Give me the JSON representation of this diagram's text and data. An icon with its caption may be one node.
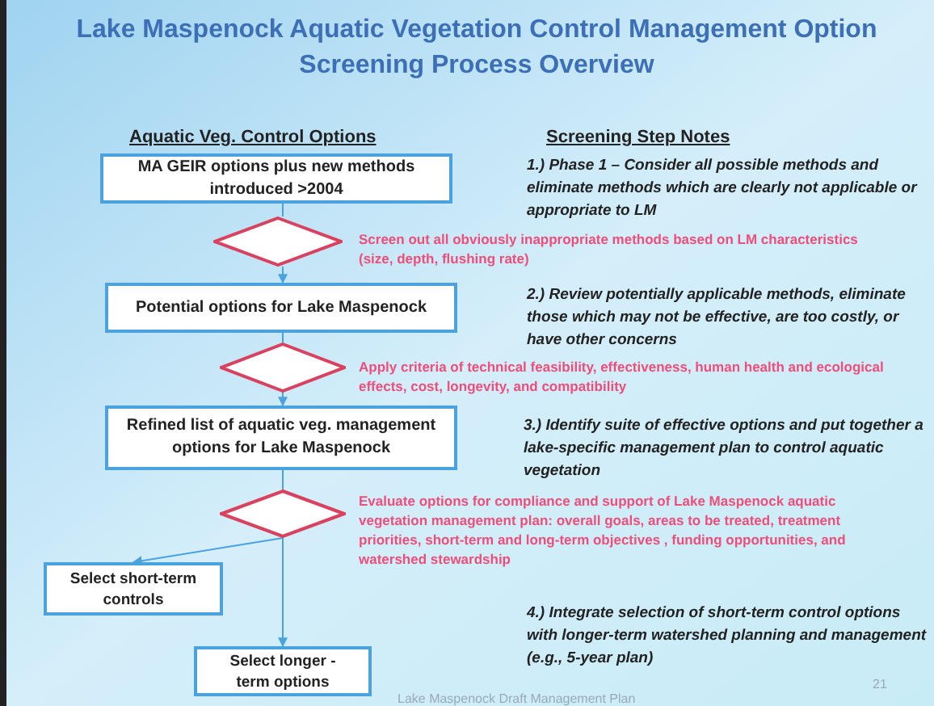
{
  "diagram": {
    "title": "Lake Maspenock Aquatic Vegetation Control Management Option Screening Process Overview",
    "nodes": [
      {
        "text": [
          "MA GEIR options plus new methods introduced >2004"
        ]
      },
      {
        "text": [],
        "shape": "diamond",
        "beside": [
          "Screen out all obviously inappropriate methods based on LM characteristics (size, depth, flushing rate)"
        ]
      },
      {
        "text": [
          "Potential  options for Lake Maspenock"
        ]
      },
      {
        "text": [],
        "shape": "diamond",
        "beside": [
          "Apply criteria of technical feasibility, effectiveness, human health and ecological effects, cost, longevity, and compatibility"
        ]
      },
      {
        "text": [
          "Refined list of aquatic veg. management options for Lake Maspenock"
        ]
      },
      {
        "text": [],
        "shape": "diamond",
        "beside": [
          "Evaluate options for compliance and support of Lake Maspenock aquatic vegetation management plan:  overall goals, areas to be treated, treatment priorities, short-term and long-term objectives , funding opportunities, and watershed stewardship"
        ]
      },
      {
        "text": [
          "Select short-term controls"
        ]
      },
      {
        "text": [
          "Select longer - term options"
        ]
      }
    ],
    "edges": [
      {
        "from": 0,
        "to": 1,
        "arrow": "none"
      },
      {
        "from": 1,
        "to": 2,
        "arrow": "to"
      },
      {
        "from": 2,
        "to": 3,
        "arrow": "none"
      },
      {
        "from": 3,
        "to": 4,
        "arrow": "to"
      },
      {
        "from": 4,
        "to": 5,
        "arrow": "none"
      },
      {
        "from": 5,
        "to": 6,
        "arrow": "to"
      },
      {
        "from": 5,
        "to": 7,
        "arrow": "to"
      }
    ],
    "labels": [
      "Aquatic Veg. Control Options",
      "Screening Step Notes",
      "1.) Phase 1 – Consider all possible methods and eliminate methods which are clearly not applicable or appropriate to LM",
      "2.) Review potentially applicable methods, eliminate those which may not be effective, are too costly, or have other concerns",
      "3.) Identify suite of effective options and put together a lake-specific management plan to control aquatic vegetation",
      "4.) Integrate selection of short-term control options with longer-term watershed planning and management (e.g., 5-year plan)",
      "21",
      "Lake Maspenock Draft Management Plan"
    ]
  }
}
